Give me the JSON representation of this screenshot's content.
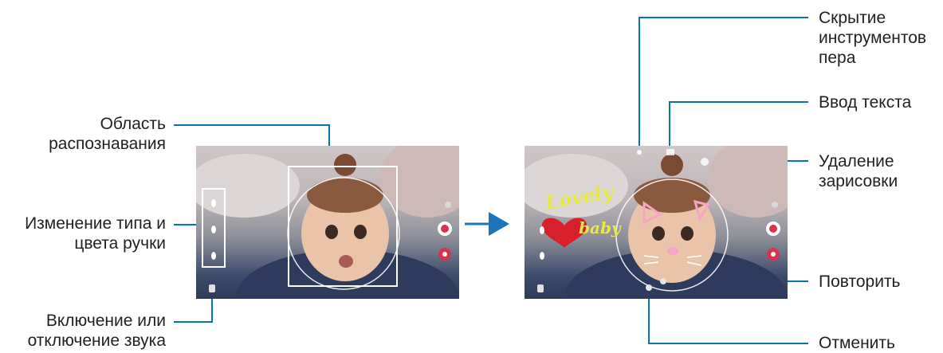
{
  "left_labels": {
    "recognition_area": [
      "Область",
      "распознавания"
    ],
    "pen_type_color": [
      "Изменение типа и",
      "цвета ручки"
    ],
    "sound_toggle": [
      "Включение или",
      "отключение звука"
    ]
  },
  "right_labels": {
    "hide_pen_tools": [
      "Скрытие",
      "инструментов",
      "пера"
    ],
    "text_input": [
      "Ввод текста"
    ],
    "delete_sketch": [
      "Удаление",
      "зарисовки"
    ],
    "redo": [
      "Повторить"
    ],
    "undo": [
      "Отменить"
    ]
  },
  "drawing_text": {
    "line1": "Lovely",
    "line2": "baby"
  },
  "colors": {
    "callout_line": "#0a73a8",
    "arrow": "#1d75b8",
    "frame_white": "#ffffff",
    "doodle_yellow": "#e8e84a",
    "doodle_red": "#d8202a",
    "doodle_pink": "#f4a6c2",
    "record_button": "#d8324e"
  }
}
